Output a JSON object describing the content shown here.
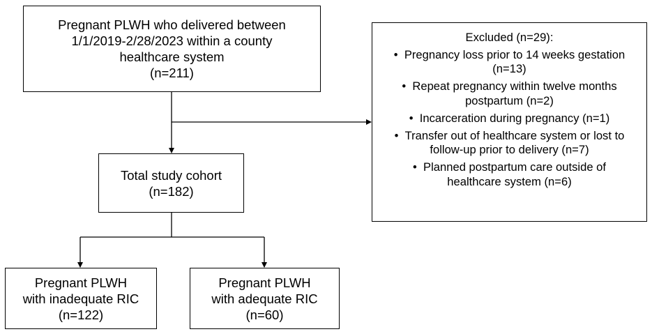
{
  "nodes": {
    "source": {
      "lines": [
        "Pregnant PLWH who delivered between",
        "1/1/2019-2/28/2023 within a county",
        "healthcare system",
        "(n=211)"
      ]
    },
    "cohort": {
      "lines": [
        "Total study cohort",
        "(n=182)"
      ]
    },
    "inadequate": {
      "lines": [
        "Pregnant PLWH",
        "with inadequate RIC",
        "(n=122)"
      ]
    },
    "adequate": {
      "lines": [
        "Pregnant PLWH",
        "with adequate RIC",
        "(n=60)"
      ]
    },
    "excluded": {
      "title": "Excluded (n=29):",
      "bullet": "•",
      "items": [
        [
          "Pregnancy loss prior to 14 weeks gestation",
          "(n=13)"
        ],
        [
          "Repeat pregnancy within twelve months",
          "postpartum (n=2)"
        ],
        [
          "Incarceration during pregnancy (n=1)"
        ],
        [
          "Transfer out of healthcare system or lost to",
          "follow-up prior to delivery (n=7)"
        ],
        [
          "Planned postpartum care outside of",
          "healthcare system (n=6)"
        ]
      ]
    }
  },
  "colors": {
    "line": "#000000",
    "box_border": "#000000",
    "background": "#ffffff"
  }
}
